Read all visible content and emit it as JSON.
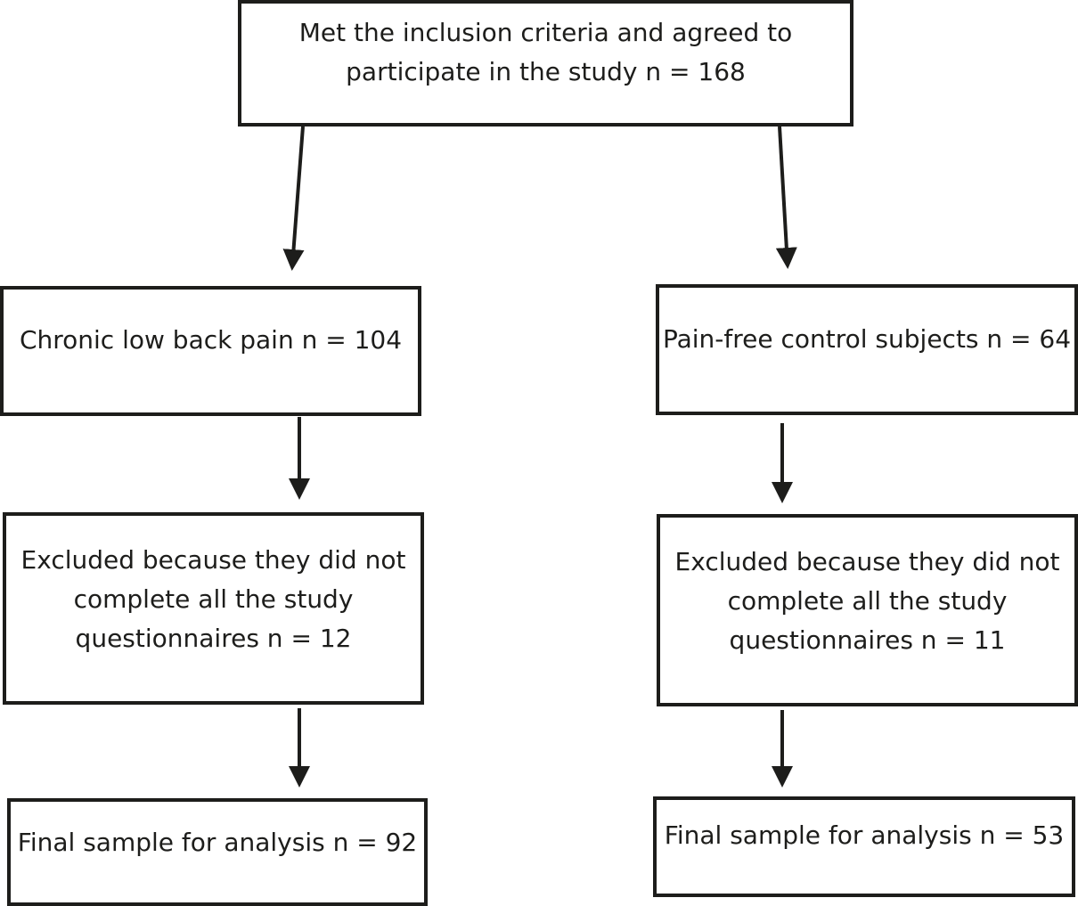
{
  "flowchart": {
    "top": {
      "lines": [
        "Met the inclusion criteria and agreed to",
        "participate in the study n = 168"
      ]
    },
    "left_branch": {
      "group": {
        "lines": [
          "Chronic low back pain n = 104"
        ]
      },
      "excluded": {
        "lines": [
          "Excluded because they did not",
          "complete all the study",
          "questionnaires n = 12"
        ]
      },
      "final": {
        "lines": [
          "Final sample for analysis n = 92"
        ]
      }
    },
    "right_branch": {
      "group": {
        "lines": [
          "Pain-free control subjects n = 64"
        ]
      },
      "excluded": {
        "lines": [
          "Excluded because they did not",
          "complete all the study",
          "questionnaires n = 11"
        ]
      },
      "final": {
        "lines": [
          "Final sample for analysis n = 53"
        ]
      }
    }
  }
}
